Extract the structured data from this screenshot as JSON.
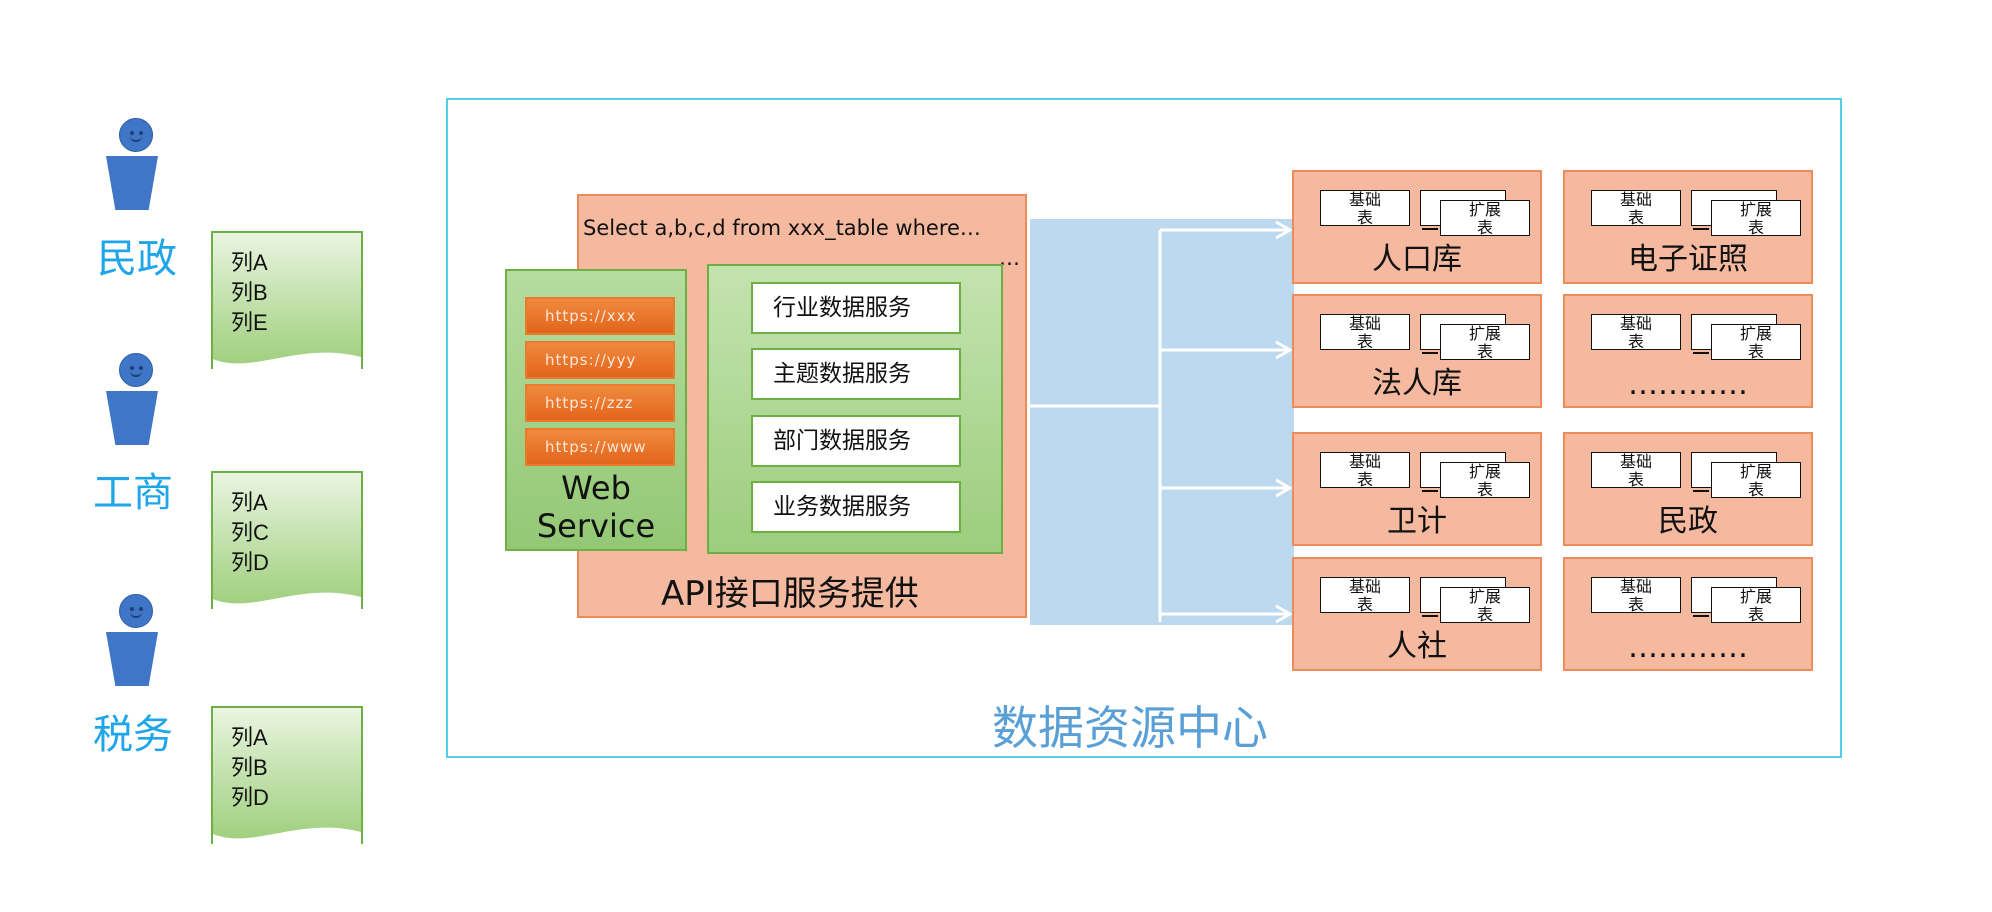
{
  "users": [
    {
      "label": "民政",
      "columns": [
        "列A",
        "列B",
        "列E"
      ]
    },
    {
      "label": "工商",
      "columns": [
        "列A",
        "列C",
        "列D"
      ]
    },
    {
      "label": "税务",
      "columns": [
        "列A",
        "列B",
        "列D"
      ]
    }
  ],
  "center": {
    "title": "数据资源中心",
    "sql": "Select a,b,c,d from xxx_table where…",
    "sql_ellipsis": "…",
    "api_label": "API接口服务提供",
    "web_service": {
      "label_line1": "Web",
      "label_line2": "Service",
      "urls": [
        "https://xxx",
        "https://yyy",
        "https://zzz",
        "https://www"
      ]
    },
    "services": [
      "行业数据服务",
      "主题数据服务",
      "部门数据服务",
      "业务数据服务"
    ]
  },
  "databases": {
    "base_table": "基础表",
    "ext_table": "扩展表",
    "left": [
      "人口库",
      "法人库",
      "卫计",
      "人社"
    ],
    "right": [
      "电子证照",
      "…………",
      "民政",
      "…………"
    ]
  },
  "colors": {
    "user_label": "#1ea6e8",
    "title": "#5aa0d6",
    "border_cyan": "#4fd0e8",
    "salmon": "#f5b9a0",
    "orange": "#ec8c5a",
    "green": "#6dae45",
    "blue_area": "#bcd9ef"
  }
}
